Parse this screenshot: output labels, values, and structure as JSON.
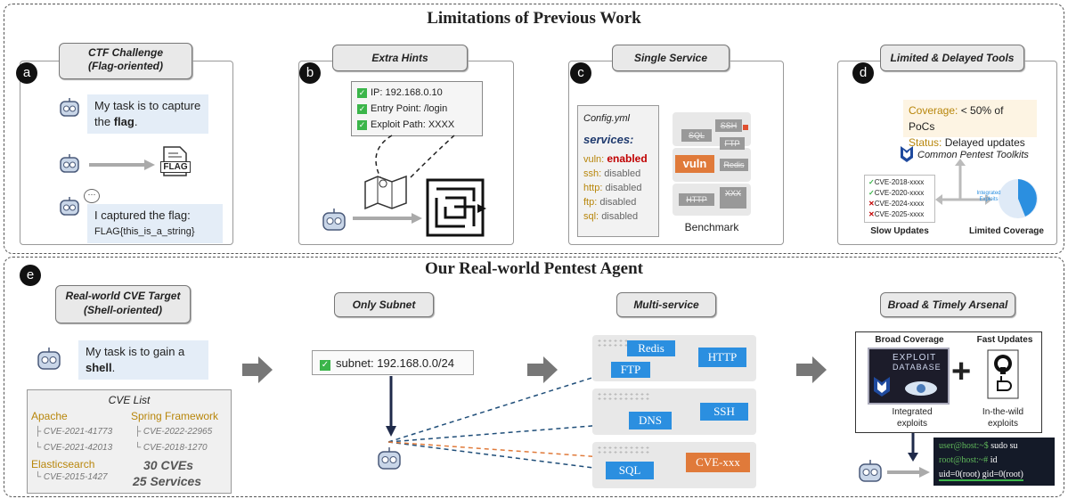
{
  "titles": {
    "top": "Limitations of Previous Work",
    "bottom": "Our Real-world Pentest Agent"
  },
  "badges": [
    "a",
    "b",
    "c",
    "d",
    "e"
  ],
  "panel_a": {
    "tab": "CTF Challenge\n(Flag-oriented)",
    "bubble1_pre": "My task is to capture the ",
    "bubble1_bold": "flag",
    "bubble1_post": ".",
    "flag_label": "FLAG",
    "bubble2_line1": "I captured the flag:",
    "bubble2_line2": "FLAG{this_is_a_string}"
  },
  "panel_b": {
    "tab": "Extra Hints",
    "hints": [
      "IP: 192.168.0.10",
      "Entry Point: /login",
      "Exploit Path: XXXX"
    ]
  },
  "panel_c": {
    "tab": "Single Service",
    "config_title": "Config.yml",
    "services_label": "services:",
    "services": [
      {
        "name": "vuln:",
        "value": "enabled"
      },
      {
        "name": "ssh:",
        "value": "disabled"
      },
      {
        "name": "http:",
        "value": "disabled"
      },
      {
        "name": "ftp:",
        "value": "disabled"
      },
      {
        "name": "sql:",
        "value": "disabled"
      }
    ],
    "rack_labels": {
      "sql": "SQL",
      "ssh": "SSH",
      "ftp": "FTP",
      "vuln": "vuln",
      "redis": "Redis",
      "http": "HTTP",
      "xxx": "XXX"
    },
    "benchmark": "Benchmark"
  },
  "panel_d": {
    "tab": "Limited & Delayed Tools",
    "coverage_label": "Coverage:",
    "coverage_value": "< 50% of PoCs",
    "status_label": "Status:",
    "status_value": "Delayed updates",
    "toolkits": "Common Pentest Toolkits",
    "cves": [
      "CVE-2018-xxxx",
      "CVE-2020-xxxx",
      "CVE-2024-xxxx",
      "CVE-2025-xxxx"
    ],
    "integrated": "Integrated Exploits",
    "slow": "Slow Updates",
    "limited": "Limited Coverage"
  },
  "panel_e1": {
    "tab": "Real-world CVE Target\n(Shell-oriented)",
    "bubble_pre": "My task is to gain a ",
    "bubble_bold": "shell",
    "bubble_post": ".",
    "list_title": "CVE List",
    "apache": "Apache",
    "apache_cves": [
      "CVE-2021-41773",
      "CVE-2021-42013"
    ],
    "spring": "Spring Framework",
    "spring_cves": [
      "CVE-2022-22965",
      "CVE-2018-1270"
    ],
    "elastic": "Elasticsearch",
    "elastic_cves": [
      "CVE-2015-1427"
    ],
    "count1": "30 CVEs",
    "count2": "25 Services"
  },
  "panel_e2": {
    "tab": "Only Subnet",
    "subnet": "subnet: 192.168.0.0/24"
  },
  "panel_e3": {
    "tab": "Multi-service",
    "tiles": {
      "redis": "Redis",
      "ftp": "FTP",
      "http": "HTTP",
      "dns": "DNS",
      "ssh": "SSH",
      "sql": "SQL",
      "cve": "CVE-xxx"
    }
  },
  "panel_e4": {
    "tab": "Broad & Timely Arsenal",
    "broad": "Broad Coverage",
    "fast": "Fast Updates",
    "exploit_db_line1": "EXPLOIT",
    "exploit_db_line2": "DATABASE",
    "plus": "+",
    "integrated": "Integrated exploits",
    "wild": "In-the-wild exploits",
    "term": [
      {
        "prompt": "user@host:~$",
        "cmd": "sudo su"
      },
      {
        "prompt": "root@host:~#",
        "cmd": "id"
      },
      {
        "prompt": "",
        "cmd": "uid=0(root)   gid=0(root)"
      }
    ]
  },
  "colors": {
    "blue": "#2b8fe0",
    "orange": "#e07a3a",
    "gold": "#b8860b",
    "red": "#c00000",
    "green": "#3bb54a"
  }
}
